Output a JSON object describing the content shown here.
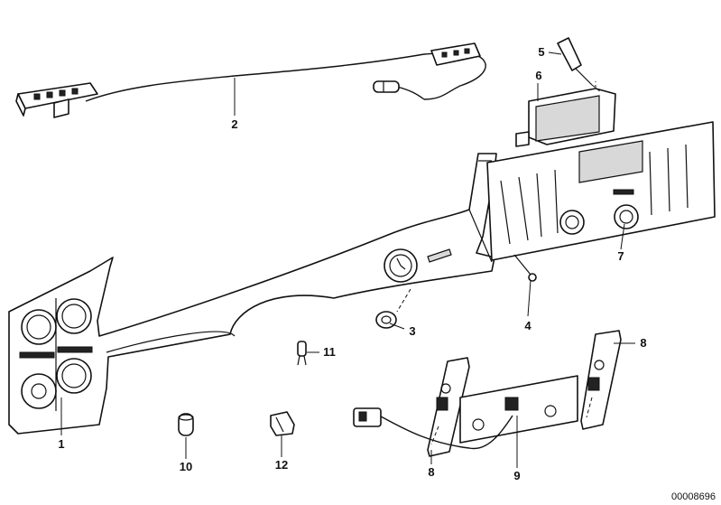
{
  "diagram": {
    "labels": [
      {
        "id": "part-1",
        "text": "1"
      },
      {
        "id": "part-2",
        "text": "2"
      },
      {
        "id": "part-3",
        "text": "3"
      },
      {
        "id": "part-4",
        "text": "4"
      },
      {
        "id": "part-5",
        "text": "5"
      },
      {
        "id": "part-6",
        "text": "6"
      },
      {
        "id": "part-7",
        "text": "7"
      },
      {
        "id": "part-8a",
        "text": "8"
      },
      {
        "id": "part-8b",
        "text": "8"
      },
      {
        "id": "part-9",
        "text": "9"
      },
      {
        "id": "part-10",
        "text": "10"
      },
      {
        "id": "part-11",
        "text": "11"
      },
      {
        "id": "part-12",
        "text": "12"
      }
    ],
    "drawing_number": "00008696"
  }
}
